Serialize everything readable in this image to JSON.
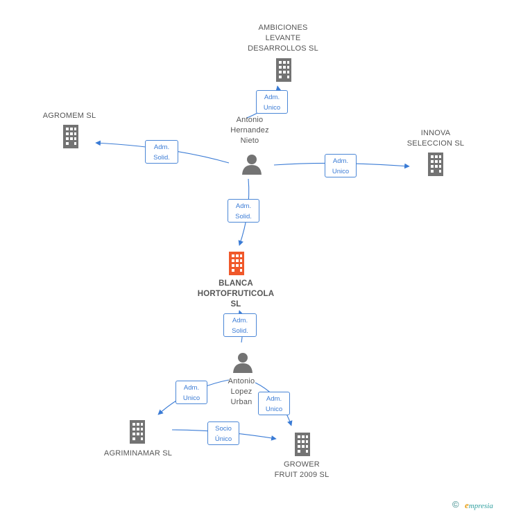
{
  "nodes": {
    "ambiciones": {
      "label": "AMBICIONES\nLEVANTE\nDESARROLLOS SL"
    },
    "agromem": {
      "label": "AGROMEM SL"
    },
    "innova": {
      "label": "INNOVA\nSELECCION SL"
    },
    "antonio_hernandez": {
      "label": "Antonio\nHernandez\nNieto"
    },
    "blanca": {
      "label": "BLANCA\nHORTOFRUTICOLA\nSL"
    },
    "antonio_lopez": {
      "label": "Antonio\nLopez\nUrban"
    },
    "agriminamar": {
      "label": "AGRIMINAMAR SL"
    },
    "grower": {
      "label": "GROWER\nFRUIT 2009 SL"
    }
  },
  "edges": {
    "e1": "Adm.\nUnico",
    "e2": "Adm.\nSolid.",
    "e3": "Adm.\nUnico",
    "e4": "Adm.\nSolid.",
    "e5": "Adm.\nSolid.",
    "e6": "Adm.\nUnico",
    "e7": "Adm.\nUnico",
    "e8": "Socio\nÚnico"
  },
  "footer": {
    "copyright_symbol": "©",
    "brand_first": "e",
    "brand_rest": "mpresia"
  },
  "colors": {
    "company": "#737373",
    "main_company": "#f0582a",
    "person": "#737373",
    "edge": "#3a7bd5"
  }
}
